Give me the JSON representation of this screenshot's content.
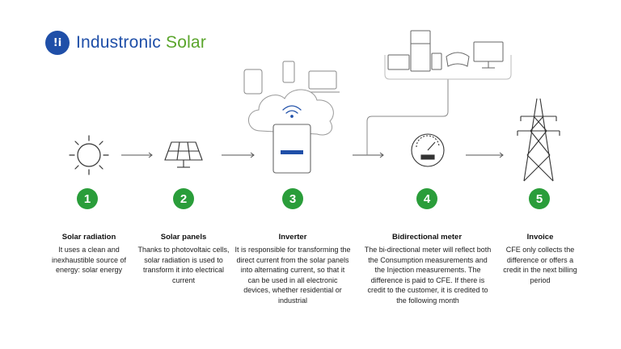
{
  "brand": {
    "prefix": "Industronic",
    "suffix": "Solar",
    "logo_text": "!i",
    "primary_color": "#1f4fa8",
    "accent_color": "#5aa52b"
  },
  "step_color": "#2a9d3a",
  "steps": [
    {
      "number": "1",
      "title": "Solar radiation",
      "description": "It uses a clean and inexhaustible source of energy: solar energy",
      "icon": "sun-icon"
    },
    {
      "number": "2",
      "title": "Solar panels",
      "description": "Thanks to photovoltaic cells, solar radiation is used to transform it into electrical current",
      "icon": "solar-panel-icon"
    },
    {
      "number": "3",
      "title": "Inverter",
      "description": "It is responsible for transforming the direct current from the solar panels into alternating current, so that it can be used in all electronic devices, whether residential or industrial",
      "icon": "inverter-icon"
    },
    {
      "number": "4",
      "title": "Bidirectional meter",
      "description": "The bi-directional meter will reflect both the Consumption measurements and the Injection measurements. The difference is paid to CFE. If there is credit to the customer, it is credited to the following month",
      "icon": "meter-icon"
    },
    {
      "number": "5",
      "title": "Invoice",
      "description": "CFE only collects the difference or offers a credit in the next billing period",
      "icon": "power-tower-icon"
    }
  ]
}
